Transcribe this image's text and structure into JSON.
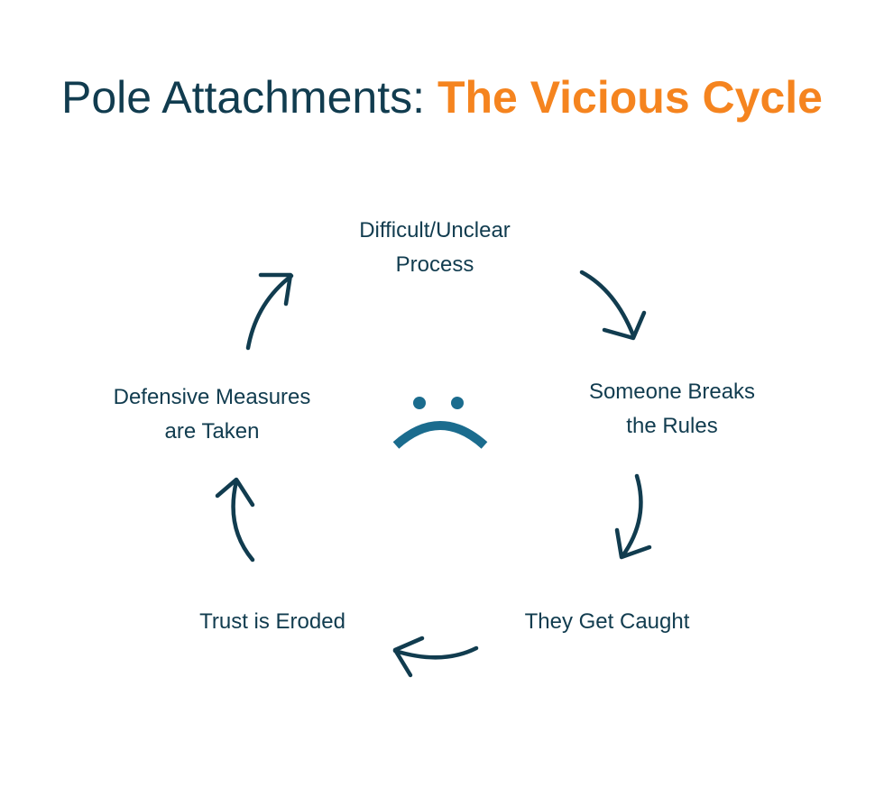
{
  "title": {
    "main": "Pole Attachments:",
    "accent": "The Vicious Cycle"
  },
  "cycle": {
    "steps": [
      {
        "lines": [
          "Difficult/Unclear",
          "Process"
        ]
      },
      {
        "lines": [
          "Someone Breaks",
          "the Rules"
        ]
      },
      {
        "lines": [
          "They Get Caught"
        ]
      },
      {
        "lines": [
          "Trust is Eroded"
        ]
      },
      {
        "lines": [
          "Defensive Measures",
          "are Taken"
        ]
      }
    ],
    "center_icon": "sad-face-icon",
    "arrow_direction": "clockwise"
  },
  "colors": {
    "text": "#113c4f",
    "accent": "#f5841f",
    "face": "#1b6c8e"
  }
}
